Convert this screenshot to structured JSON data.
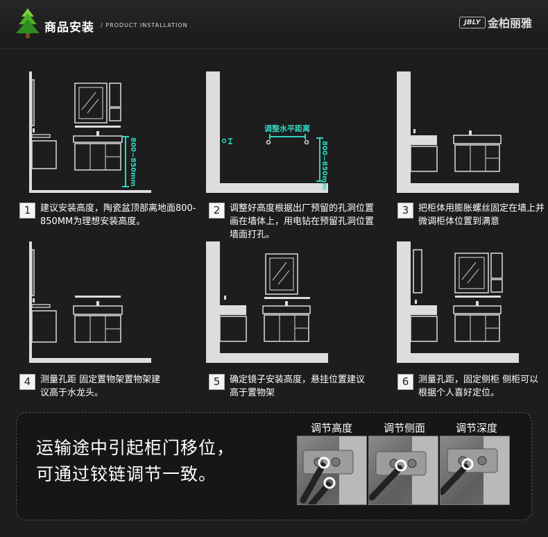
{
  "header": {
    "title": "商品安装",
    "subtitle": "/ PRODUCT INSTALLATION",
    "brand_badge": "JBLY",
    "brand_name": "金柏丽雅"
  },
  "diagram_labels": {
    "height_range": "800~850mm",
    "horizontal_distance": "调整水平距离"
  },
  "steps": [
    {
      "num": "1",
      "text": "建议安装高度，陶瓷盆顶部离地面800-850MM为理想安装高度。"
    },
    {
      "num": "2",
      "text": "调整好高度根据出厂预留的孔洞位置画在墙体上，用电钻在预留孔洞位置墙面打孔。"
    },
    {
      "num": "3",
      "text": "把柜体用膨胀螺丝固定在墙上并微调柜体位置到满意"
    },
    {
      "num": "4",
      "text": "测量孔距 固定置物架置物架建议高于水龙头。"
    },
    {
      "num": "5",
      "text": "确定镜子安装高度，悬挂位置建议高于置物架"
    },
    {
      "num": "6",
      "text": "测量孔距，固定侧柜 侧柜可以根据个人喜好定位。"
    }
  ],
  "bottom": {
    "line1": "运输途中引起柜门移位，",
    "line2": "可通过铰链调节一致。",
    "adjust_labels": [
      "调节高度",
      "调节侧面",
      "调节深度"
    ]
  },
  "colors": {
    "accent": "#2fd6c3",
    "background": "#1d1d1d"
  }
}
